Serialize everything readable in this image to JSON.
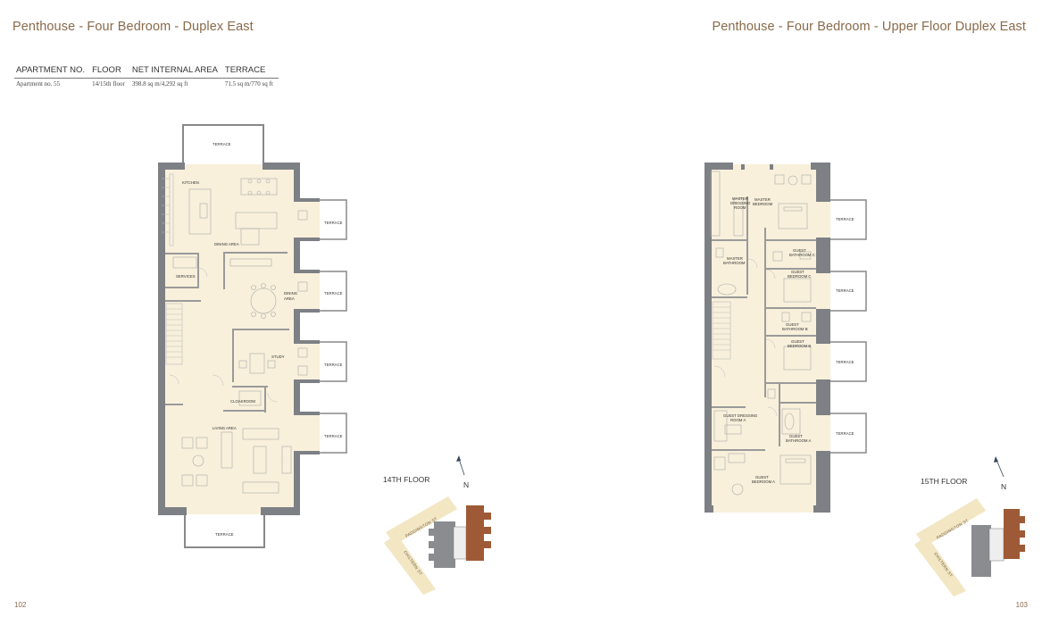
{
  "pages": {
    "left": {
      "title": "Penthouse - Four Bedroom - Duplex East",
      "page_number": "102"
    },
    "right": {
      "title": "Penthouse - Four Bedroom - Upper Floor Duplex East",
      "page_number": "103"
    }
  },
  "spec_table": {
    "headers": [
      "APARTMENT NO.",
      "FLOOR",
      "NET INTERNAL AREA",
      "TERRACE"
    ],
    "row": [
      "Apartment no. 55",
      "14/15th floor",
      "398.8 sq m/4,292 sq ft",
      "71.5 sq m/770 sq ft"
    ]
  },
  "plan_14": {
    "floor_label": "14TH FLOOR",
    "north": "N",
    "rooms": {
      "terrace": "TERRACE",
      "kitchen": "KITCHEN",
      "dining_area": "DINING AREA",
      "services": "SERVICES",
      "dining": "DINING",
      "area": "AREA",
      "study": "STUDY",
      "cloakroom": "CLOAKROOM",
      "living_area": "LIVING AREA"
    },
    "streets": [
      "PADDINGTON ST",
      "CHILTERN ST"
    ]
  },
  "plan_15": {
    "floor_label": "15TH FLOOR",
    "north": "N",
    "rooms": {
      "terrace": "TERRACE",
      "master_dressing_1": "MASTER",
      "master_dressing_2": "DRESSING",
      "master_dressing_3": "ROOM",
      "master_bedroom_1": "MASTER",
      "master_bedroom_2": "BEDROOM",
      "guest_bath_c_1": "GUEST",
      "guest_bath_c_2": "BATHROOM C",
      "master_bath_1": "MASTER",
      "master_bath_2": "BATHROOM",
      "guest_bed_c_1": "GUEST",
      "guest_bed_c_2": "BEDROOM C",
      "guest_bath_b_1": "GUEST",
      "guest_bath_b_2": "BATHROOM B",
      "guest_bed_b_1": "GUEST",
      "guest_bed_b_2": "BEDROOM B",
      "guest_dress_a_1": "GUEST DRESSING",
      "guest_dress_a_2": "ROOM A",
      "guest_bath_a_1": "GUEST",
      "guest_bath_a_2": "BATHROOM A",
      "guest_bed_a_1": "GUEST",
      "guest_bed_a_2": "BEDROOM A"
    },
    "streets": [
      "PADDINGTON ST",
      "CHILTERN ST"
    ]
  },
  "colors": {
    "accent_text": "#8a6a4a",
    "floor_fill": "#f8f0db",
    "wall": "#7d8084",
    "brick": "#9e5a36",
    "neighbour": "#8a8c90",
    "street": "#f3e6c3"
  }
}
